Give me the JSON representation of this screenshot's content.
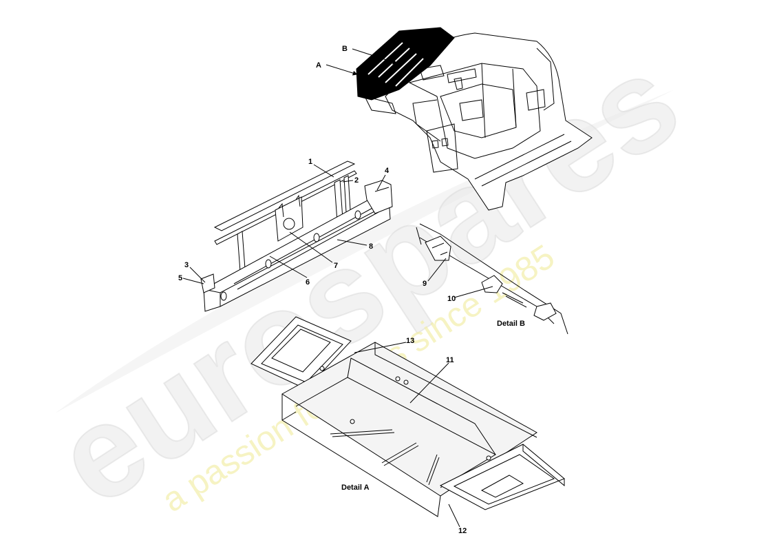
{
  "watermark": {
    "brand": "eurospares",
    "tagline": "a passion for parts since 1985"
  },
  "view_labels": {
    "a": "A",
    "b": "B"
  },
  "callouts": {
    "c1": "1",
    "c2": "2",
    "c3": "3",
    "c4": "4",
    "c5": "5",
    "c6": "6",
    "c7": "7",
    "c8": "8",
    "c9": "9",
    "c10": "10",
    "c11": "11",
    "c12": "12",
    "c13": "13"
  },
  "details": {
    "detail_a": "Detail A",
    "detail_b": "Detail B"
  }
}
